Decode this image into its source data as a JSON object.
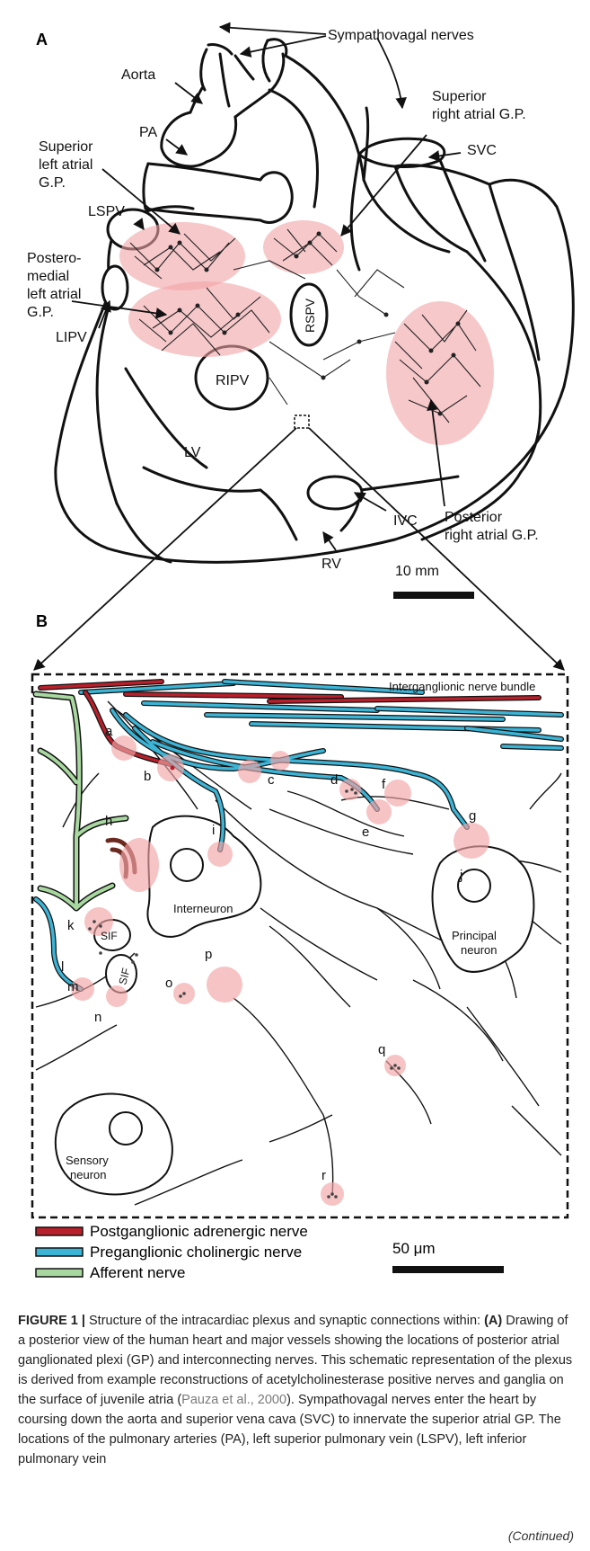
{
  "panel_a": {
    "letter": "A",
    "labels": {
      "sympathovagal": "Sympathovagal nerves",
      "aorta": "Aorta",
      "pa": "PA",
      "superior_left_1": "Superior",
      "superior_left_2": "left atrial",
      "superior_left_3": "G.P.",
      "superior_right_1": "Superior",
      "superior_right_2": "right atrial G.P.",
      "svc": "SVC",
      "lspv": "LSPV",
      "posteromedial_1": "Postero-",
      "posteromedial_2": "medial",
      "posteromedial_3": "left atrial",
      "posteromedial_4": "G.P.",
      "lipv": "LIPV",
      "rspv": "RSPV",
      "ripv": "RIPV",
      "lv": "LV",
      "ivc": "IVC",
      "rv": "RV",
      "posterior_right_1": "Posterior",
      "posterior_right_2": "right atrial G.P.",
      "scale": "10 mm"
    }
  },
  "panel_b": {
    "letter": "B",
    "labels": {
      "bundle": "Interganglionic nerve bundle",
      "interneuron": "Interneuron",
      "principal_1": "Principal",
      "principal_2": "neuron",
      "sensory_1": "Sensory",
      "sensory_2": "neuron",
      "sif1": "SIF",
      "sif2": "SIF",
      "a": "a",
      "b": "b",
      "c": "c",
      "d": "d",
      "e": "e",
      "f": "f",
      "g": "g",
      "h": "h",
      "i": "i",
      "j": "j",
      "k": "k",
      "l": "l",
      "m": "m",
      "n": "n",
      "o": "o",
      "p": "p",
      "q": "q",
      "r": "r",
      "scale": "50 μm"
    },
    "legend": [
      {
        "label": "Postganglionic adrenergic nerve",
        "color": "#b8202b"
      },
      {
        "label": "Preganglionic cholinergic nerve",
        "color": "#3bb4d6"
      },
      {
        "label": "Afferent nerve",
        "color": "#a8d8a0"
      }
    ]
  },
  "caption": {
    "figure": "FIGURE 1 |",
    "t1": " Structure of the intracardiac plexus and synaptic connections within: ",
    "a_ref": "(A)",
    "t2": " Drawing of a posterior view of the human heart and major vessels showing the locations of posterior atrial ganglionated plexi (GP) and interconnecting nerves. This schematic representation of the plexus is derived from example reconstructions of acetylcholinesterase positive nerves and ganglia on the surface of juvenile atria (",
    "cite": "Pauza et al., 2000",
    "t3": "). Sympathovagal nerves enter the heart by coursing down the aorta and superior vena cava (SVC) to innervate the superior atrial GP. The locations of the pulmonary arteries (PA), left superior pulmonary vein (LSPV), left inferior pulmonary vein",
    "continued": "(Continued)"
  }
}
